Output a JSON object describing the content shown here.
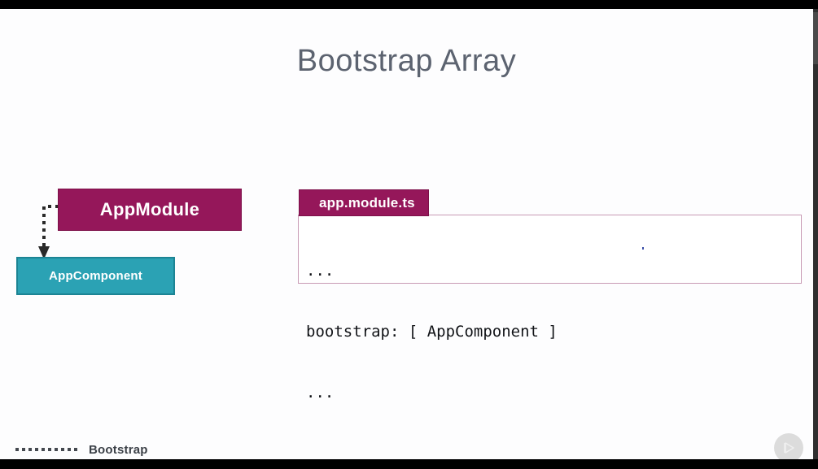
{
  "window": {
    "background": "#000000",
    "slide_background": "#fdfdfe"
  },
  "slide": {
    "title": "Bootstrap Array",
    "title_color": "#5c6370"
  },
  "diagram": {
    "module_box": {
      "label": "AppModule",
      "fill": "#95175a",
      "text_color": "#ffffff"
    },
    "component_box": {
      "label": "AppComponent",
      "fill": "#2ba2b4",
      "border": "#1c8494",
      "text_color": "#ffffff"
    },
    "connector": {
      "style": "dotted",
      "arrowhead": "filled-triangle",
      "direction": "module-to-component",
      "color": "#2a2a2a"
    }
  },
  "code_card": {
    "filename": "app.module.ts",
    "tab_fill": "#95175a",
    "panel_border": "#c89ab4",
    "lines": [
      "...",
      "bootstrap: [ AppComponent ]",
      "..."
    ]
  },
  "footer": {
    "label": "Bootstrap",
    "dot_count": 10,
    "dot_color": "#44484f"
  },
  "controls": {
    "next_button": {
      "icon": "play-next-icon",
      "fill": "#dcdcdc",
      "glyph_color": "#eeeeee"
    }
  }
}
